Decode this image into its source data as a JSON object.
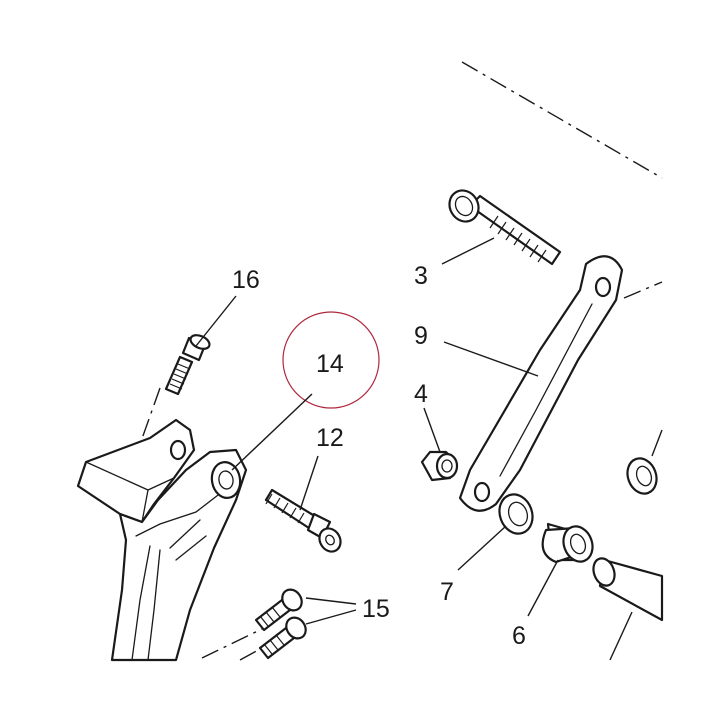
{
  "diagram": {
    "highlight_color": "#b0283d",
    "line_color": "#1a1a1a",
    "background": "#ffffff",
    "highlighted_callout": "14",
    "callouts": {
      "c16": "16",
      "c14": "14",
      "c12": "12",
      "c15": "15",
      "c3": "3",
      "c9": "9",
      "c4": "4",
      "c7": "7",
      "c6": "6"
    }
  }
}
